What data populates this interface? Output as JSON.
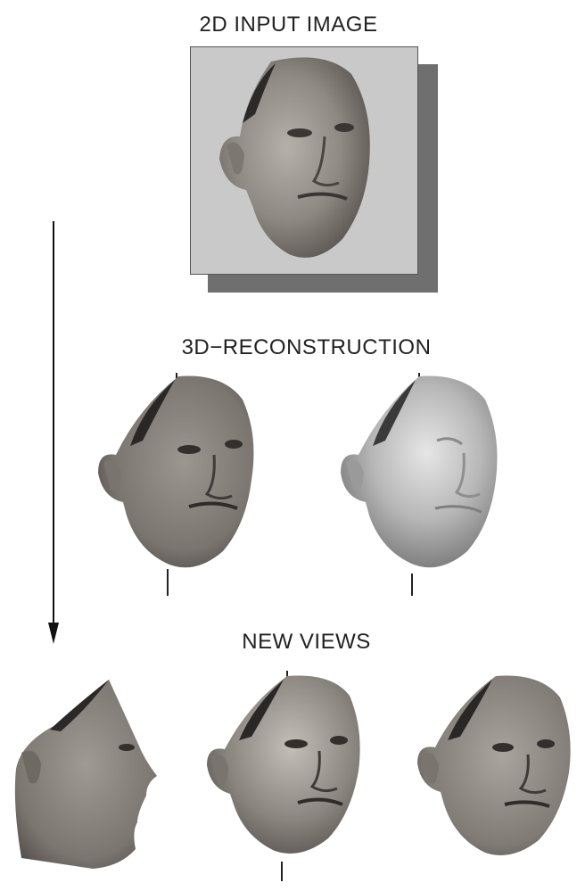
{
  "labels": {
    "input": "2D INPUT IMAGE",
    "reconstruction": "3D−RECONSTRUCTION",
    "new_views": "NEW VIEWS"
  },
  "colors": {
    "input_background": "#c9c9c9",
    "input_shadow": "#6f6f6f",
    "skin_textured": "#8a8580",
    "skin_shaded": "#b9b9b9"
  }
}
